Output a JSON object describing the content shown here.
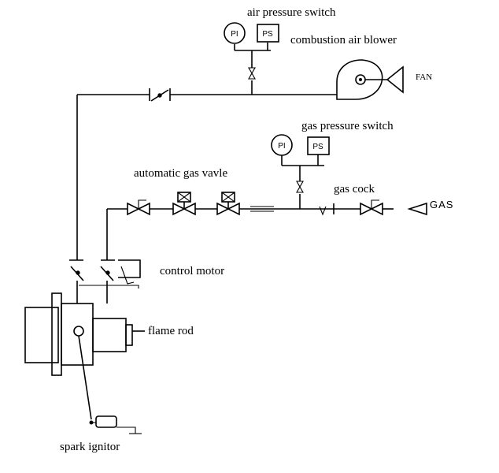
{
  "labels": {
    "air_pressure_switch": "air pressure switch",
    "combustion_air_blower": "combustion air blower",
    "fan": "FAN",
    "gas_pressure_switch": "gas pressure switch",
    "automatic_gas_valve": "automatic gas vavle",
    "gas_cock": "gas cock",
    "gas": "GAS",
    "control_motor": "control motor",
    "flame_rod": "flame rod",
    "spark_ignitor": "spark ignitor"
  },
  "instruments": {
    "air_pi": "PI",
    "air_ps": "PS",
    "gas_pi": "PI",
    "gas_ps": "PS"
  }
}
